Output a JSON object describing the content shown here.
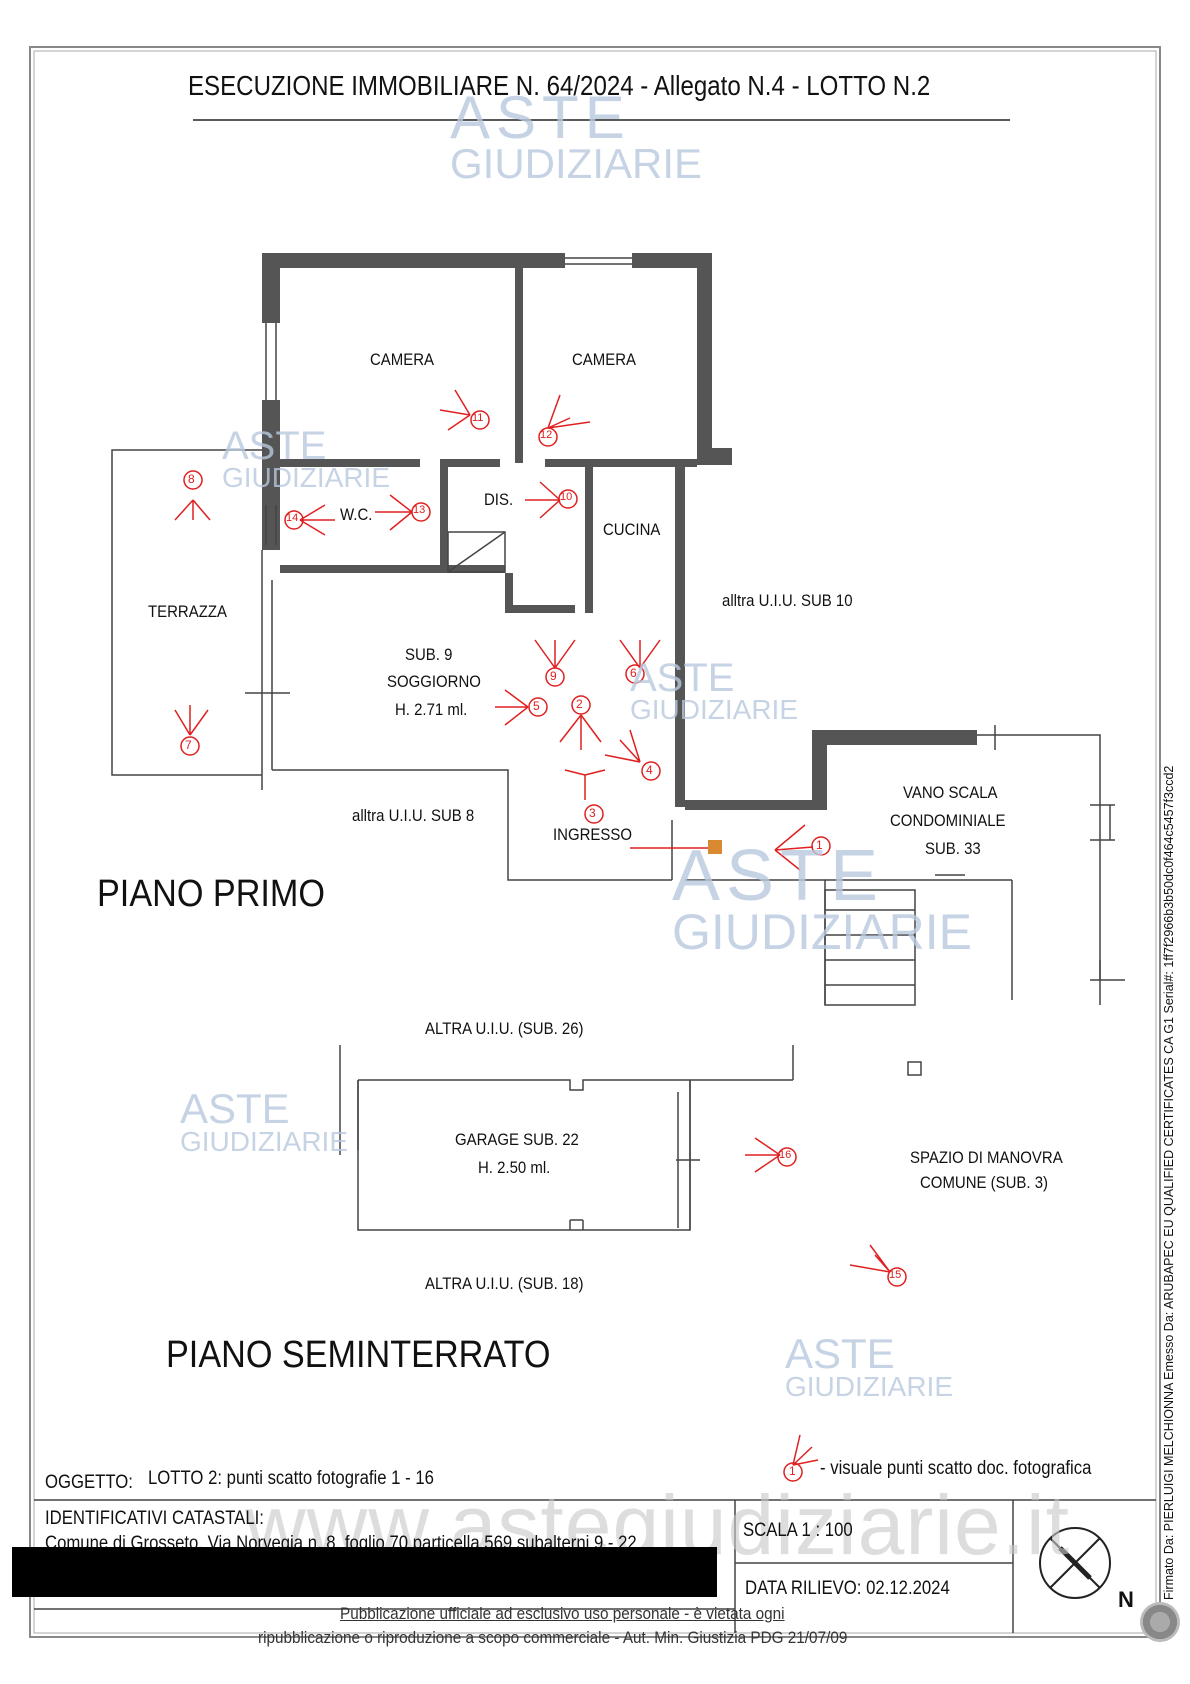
{
  "header": {
    "title": "ESECUZIONE IMMOBILIARE N. 64/2024 - Allegato N.4 - LOTTO N.2"
  },
  "watermark": {
    "line1": "ASTE",
    "line2": "GIUDIZIARIE",
    "url": "www.astegiudiziarie.it"
  },
  "floors": {
    "primo": "PIANO PRIMO",
    "seminterrato": "PIANO SEMINTERRATO"
  },
  "rooms": {
    "camera1": "CAMERA",
    "camera2": "CAMERA",
    "wc": "W.C.",
    "dis": "DIS.",
    "cucina": "CUCINA",
    "terrazza": "TERRAZZA",
    "sub9": "SUB. 9",
    "soggiorno": "SOGGIORNO",
    "soggiorno_h": "H. 2.71 ml.",
    "ingresso": "INGRESSO",
    "altra_sub10": "alltra U.I.U. SUB 10",
    "altra_sub8": "alltra U.I.U. SUB 8",
    "vano1": "VANO SCALA",
    "vano2": "CONDOMINIALE",
    "vano3": "SUB. 33",
    "altra_sub26": "ALTRA U.I.U. (SUB. 26)",
    "garage": "GARAGE SUB. 22",
    "garage_h": "H. 2.50 ml.",
    "manovra1": "SPAZIO DI MANOVRA",
    "manovra2": "COMUNE (SUB. 3)",
    "altra_sub18": "ALTRA U.I.U. (SUB. 18)"
  },
  "photo_points": [
    "1",
    "2",
    "3",
    "4",
    "5",
    "6",
    "7",
    "8",
    "9",
    "10",
    "11",
    "12",
    "13",
    "14",
    "15",
    "16"
  ],
  "legend": {
    "marker": "1",
    "text": "- visuale punti scatto doc. fotografica"
  },
  "oggetto": {
    "label": "OGGETTO:",
    "value": "LOTTO 2: punti scatto fotografie 1 - 16"
  },
  "catastali": {
    "label": "IDENTIFICATIVI CATASTALI:",
    "value": "Comune di Grosseto, Via Norvegia n. 8, foglio 70 particella 569 subalterni 9 - 22"
  },
  "scala": "SCALA 1 : 100",
  "data_rilievo": "DATA RILIEVO: 02.12.2024",
  "north": "N",
  "footer": {
    "line1": "Pubblicazione ufficiale ad esclusivo uso personale - è vietata ogni",
    "line2": "ripubblicazione o riproduzione a scopo commerciale - Aut. Min. Giustizia PDG 21/07/09"
  },
  "signature": "Firmato Da: PIERLUIGI MELCHIONNA Emesso Da: ARUBAPEC EU QUALIFIED CERTIFICATES CA G1 Serial#: 1ff7f2966b3b50dc0f464c5457f3ccd2",
  "colors": {
    "wall": "#555555",
    "marker": "#e02020",
    "watermark": "#b8c9de"
  }
}
